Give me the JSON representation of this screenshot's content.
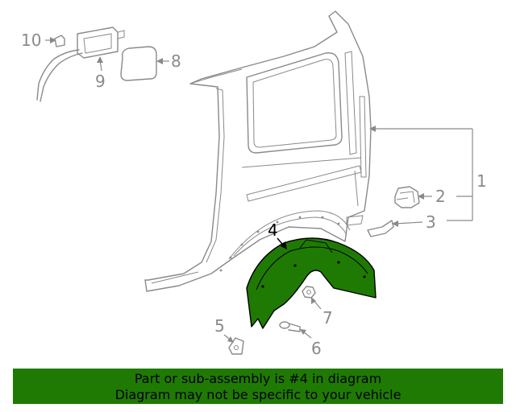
{
  "callouts": {
    "c1": "1",
    "c2": "2",
    "c3": "3",
    "c4": "4",
    "c5": "5",
    "c6": "6",
    "c7": "7",
    "c8": "8",
    "c9": "9",
    "c10": "10"
  },
  "banner": {
    "line1": "Part or sub-assembly is #4 in diagram",
    "line2": "Diagram may not be specific to your vehicle"
  },
  "colors": {
    "highlight": "#1f7a04",
    "line": "#8a8a8a",
    "active_label": "#000000"
  }
}
